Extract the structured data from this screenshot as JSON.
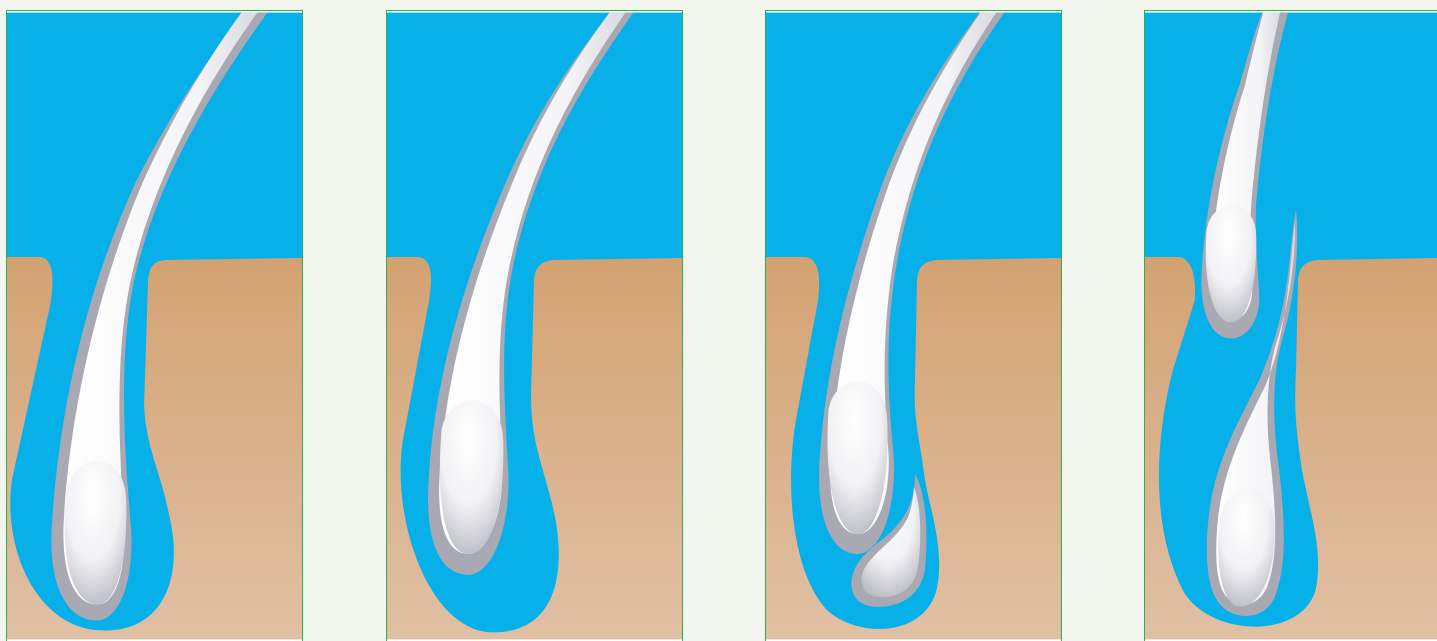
{
  "diagram": {
    "panels": [
      {
        "stage": 1,
        "hairs": 1,
        "new_bulb": false
      },
      {
        "stage": 2,
        "hairs": 1,
        "new_bulb": false
      },
      {
        "stage": 3,
        "hairs": 1,
        "new_bulb": true
      },
      {
        "stage": 4,
        "hairs": 2,
        "new_bulb": true
      }
    ],
    "colors": {
      "sky_top": "#86cdf0",
      "sky_bottom": "#2eb9ea",
      "skin_top": "#d3a272",
      "skin_bottom": "#e0c0a4",
      "follicle": "#07b0e8",
      "hair_white": "#ffffff",
      "hair_shade": "#a9a9b4",
      "panel_border": "#2bb24c",
      "page_background": "#f3f6ef"
    }
  }
}
